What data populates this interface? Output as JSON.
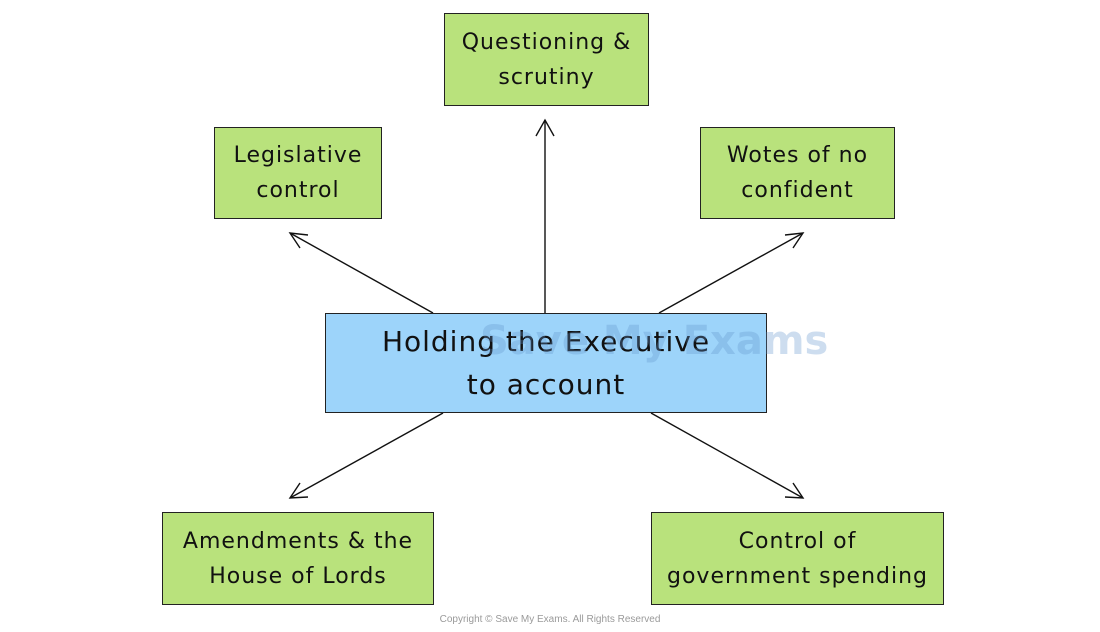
{
  "center": {
    "label": "Holding the Executive to account",
    "line1": "Holding the Executive",
    "line2": "to account",
    "color": "#9dd4fa"
  },
  "nodes": [
    {
      "id": "top",
      "line1": "Questioning &",
      "line2": "scrutiny"
    },
    {
      "id": "upper-left",
      "line1": "Legislative",
      "line2": "control"
    },
    {
      "id": "upper-right",
      "line1": "Wotes of no",
      "line2": "confident"
    },
    {
      "id": "lower-left",
      "line1": "Amendments & the",
      "line2": "House of Lords"
    },
    {
      "id": "lower-right",
      "line1": "Control of",
      "line2": "government spending"
    }
  ],
  "node_color": "#b9e27c",
  "edges": [
    {
      "from": "center",
      "to": "top"
    },
    {
      "from": "center",
      "to": "upper-left"
    },
    {
      "from": "center",
      "to": "upper-right"
    },
    {
      "from": "center",
      "to": "lower-left"
    },
    {
      "from": "center",
      "to": "lower-right"
    }
  ],
  "watermark": "Save My Exams",
  "copyright": "Copyright © Save My Exams. All Rights Reserved"
}
